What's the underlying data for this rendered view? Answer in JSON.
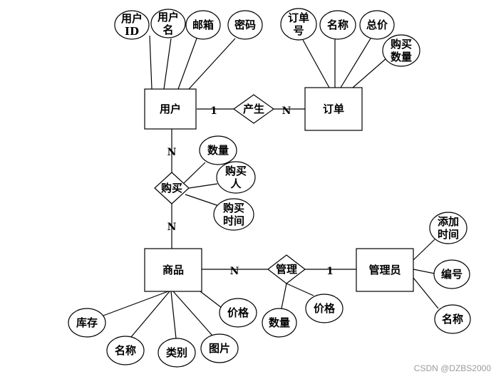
{
  "diagram": {
    "type": "er-diagram",
    "entities": [
      {
        "id": "user",
        "label": "用户"
      },
      {
        "id": "order",
        "label": "订单"
      },
      {
        "id": "goods",
        "label": "商品"
      },
      {
        "id": "admin",
        "label": "管理员"
      }
    ],
    "relationships": [
      {
        "id": "produce",
        "label": "产生"
      },
      {
        "id": "buy",
        "label": "购买"
      },
      {
        "id": "manage",
        "label": "管理"
      }
    ],
    "attributes": [
      {
        "id": "user_id",
        "lines": [
          "用户",
          "ID"
        ],
        "of": "user"
      },
      {
        "id": "user_name",
        "lines": [
          "用户",
          "名"
        ],
        "of": "user"
      },
      {
        "id": "user_email",
        "lines": [
          "邮箱"
        ],
        "of": "user"
      },
      {
        "id": "user_pwd",
        "lines": [
          "密码"
        ],
        "of": "user"
      },
      {
        "id": "order_no",
        "lines": [
          "订单",
          "号"
        ],
        "of": "order"
      },
      {
        "id": "order_name",
        "lines": [
          "名称"
        ],
        "of": "order"
      },
      {
        "id": "order_total",
        "lines": [
          "总价"
        ],
        "of": "order"
      },
      {
        "id": "order_qty",
        "lines": [
          "购买",
          "数量"
        ],
        "of": "order"
      },
      {
        "id": "buy_qty",
        "lines": [
          "数量"
        ],
        "of": "buy"
      },
      {
        "id": "buy_person",
        "lines": [
          "购买",
          "人"
        ],
        "of": "buy"
      },
      {
        "id": "buy_time",
        "lines": [
          "购买",
          "时间"
        ],
        "of": "buy"
      },
      {
        "id": "goods_stock",
        "lines": [
          "库存"
        ],
        "of": "goods"
      },
      {
        "id": "goods_name",
        "lines": [
          "名称"
        ],
        "of": "goods"
      },
      {
        "id": "goods_cat",
        "lines": [
          "类别"
        ],
        "of": "goods"
      },
      {
        "id": "goods_img",
        "lines": [
          "图片"
        ],
        "of": "goods"
      },
      {
        "id": "goods_price",
        "lines": [
          "价格"
        ],
        "of": "goods"
      },
      {
        "id": "manage_qty",
        "lines": [
          "数量"
        ],
        "of": "manage"
      },
      {
        "id": "manage_price",
        "lines": [
          "价格"
        ],
        "of": "manage"
      },
      {
        "id": "admin_time",
        "lines": [
          "添加",
          "时间"
        ],
        "of": "admin"
      },
      {
        "id": "admin_no",
        "lines": [
          "编号"
        ],
        "of": "admin"
      },
      {
        "id": "admin_name",
        "lines": [
          "名称"
        ],
        "of": "admin"
      }
    ],
    "cardinalities": [
      {
        "id": "produce_user",
        "label": "1"
      },
      {
        "id": "produce_order",
        "label": "N"
      },
      {
        "id": "buy_user",
        "label": "N"
      },
      {
        "id": "buy_goods",
        "label": "N"
      },
      {
        "id": "manage_goods",
        "label": "N"
      },
      {
        "id": "manage_admin",
        "label": "1"
      }
    ]
  },
  "watermark": "CSDN @DZBS2000"
}
